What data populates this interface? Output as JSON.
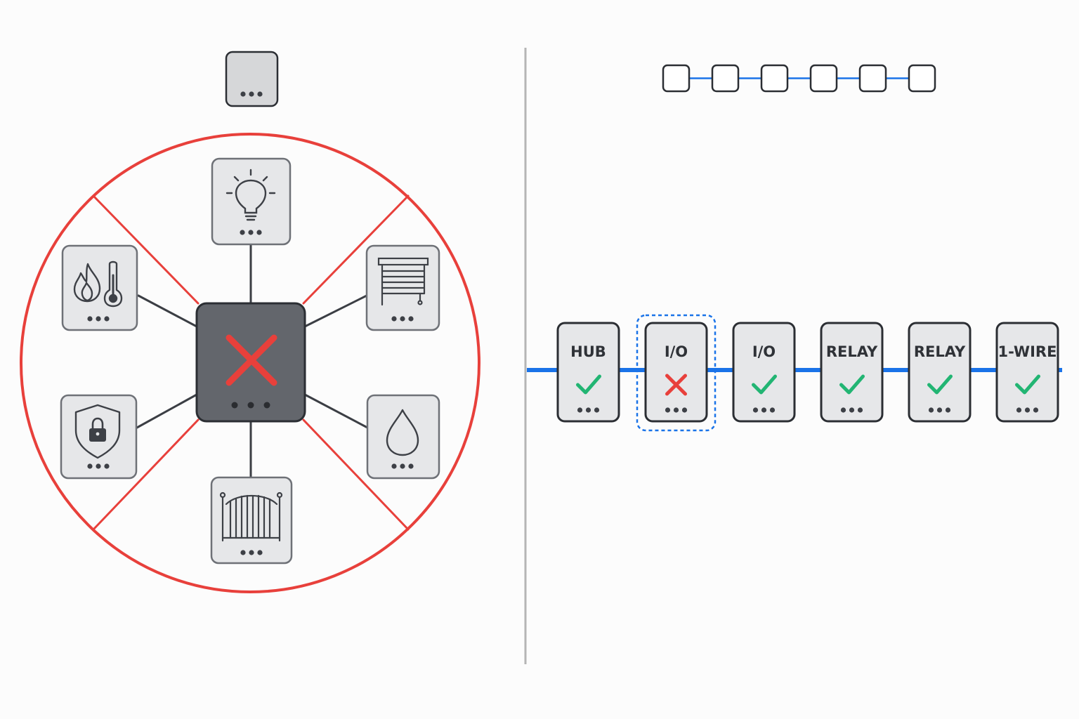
{
  "colors": {
    "background": "#fcfcfc",
    "module_fill": "#e6e7e9",
    "module_stroke": "#2b2e33",
    "hub_fill": "#63666c",
    "failure_red": "#e8403b",
    "ok_green": "#22b573",
    "bus_blue": "#1a73e8",
    "divider": "#b5b5b5",
    "link": "#3b3e44"
  },
  "centralized": {
    "hub": {
      "status_icon": "red-x-icon"
    },
    "devices": [
      {
        "icon": "lightbulb-icon"
      },
      {
        "icon": "window-blinds-icon"
      },
      {
        "icon": "water-drop-icon"
      },
      {
        "icon": "gate-icon"
      },
      {
        "icon": "security-lock-icon"
      },
      {
        "icon": "fire-thermometer-icon"
      }
    ]
  },
  "distributed": {
    "chain_length": 6,
    "modules": [
      {
        "label": "HUB",
        "status": "ok"
      },
      {
        "label": "I/O",
        "status": "failed",
        "highlighted": true
      },
      {
        "label": "I/O",
        "status": "ok"
      },
      {
        "label": "RELAY",
        "status": "ok"
      },
      {
        "label": "RELAY",
        "status": "ok"
      },
      {
        "label": "1-WIRE",
        "status": "ok"
      }
    ]
  }
}
